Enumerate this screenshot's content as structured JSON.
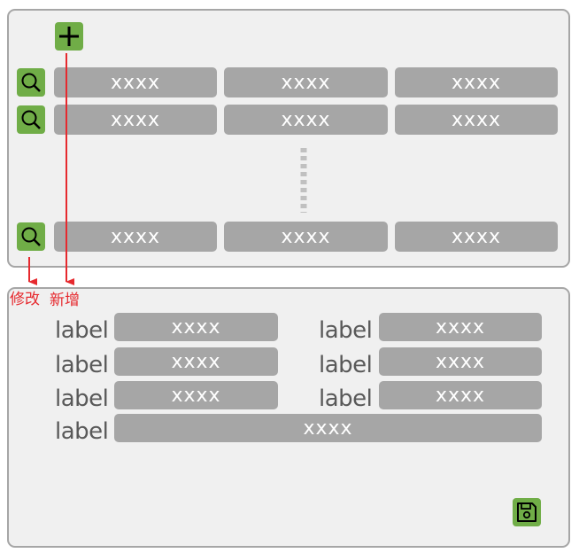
{
  "list": {
    "add_icon": "plus-icon",
    "rows": [
      {
        "icon": "search-icon",
        "cells": [
          "xxxx",
          "xxxx",
          "xxxx"
        ]
      },
      {
        "icon": "search-icon",
        "cells": [
          "xxxx",
          "xxxx",
          "xxxx"
        ]
      },
      {
        "icon": "search-icon",
        "cells": [
          "xxxx",
          "xxxx",
          "xxxx"
        ]
      }
    ]
  },
  "annotations": {
    "edit": "修改",
    "add": "新增"
  },
  "form": {
    "rows": [
      {
        "left_label": "label",
        "left_value": "xxxx",
        "right_label": "label",
        "right_value": "xxxx"
      },
      {
        "left_label": "label",
        "left_value": "xxxx",
        "right_label": "label",
        "right_value": "xxxx"
      },
      {
        "left_label": "label",
        "left_value": "xxxx",
        "right_label": "label",
        "right_value": "xxxx"
      }
    ],
    "full_row": {
      "label": "label",
      "value": "xxxx"
    },
    "save_icon": "save-icon"
  },
  "colors": {
    "panel_bg": "#f0f0f0",
    "panel_border": "#a6a6a6",
    "cell_bg": "#a6a6a6",
    "button_green": "#70ad47",
    "arrow_red": "#e6292e",
    "label_text": "#595959"
  }
}
